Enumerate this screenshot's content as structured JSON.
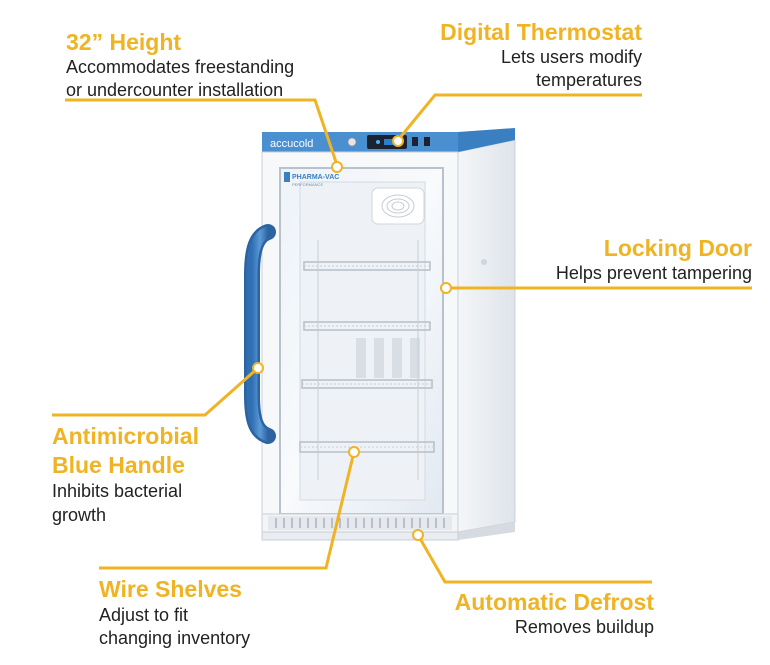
{
  "accent_color": "#f0b323",
  "brand_color": "#3a7fc1",
  "fridge": {
    "brand_label": "accucold",
    "badge_label": "PHARMA-VAC",
    "badge_sublabel": "PERFORMANCE"
  },
  "features": [
    {
      "id": "height",
      "title": "32” Height",
      "description": [
        "Accommodates freestanding",
        "or undercounter installation"
      ]
    },
    {
      "id": "thermostat",
      "title": "Digital Thermostat",
      "description": [
        "Lets users modify",
        "temperatures"
      ]
    },
    {
      "id": "locking-door",
      "title": "Locking Door",
      "description": [
        "Helps prevent tampering"
      ]
    },
    {
      "id": "handle",
      "title": [
        "Antimicrobial",
        "Blue Handle"
      ],
      "description": [
        "Inhibits bacterial",
        "growth"
      ]
    },
    {
      "id": "shelves",
      "title": "Wire Shelves",
      "description": [
        "Adjust to fit",
        "changing inventory"
      ]
    },
    {
      "id": "defrost",
      "title": "Automatic Defrost",
      "description": [
        "Removes buildup"
      ]
    }
  ]
}
